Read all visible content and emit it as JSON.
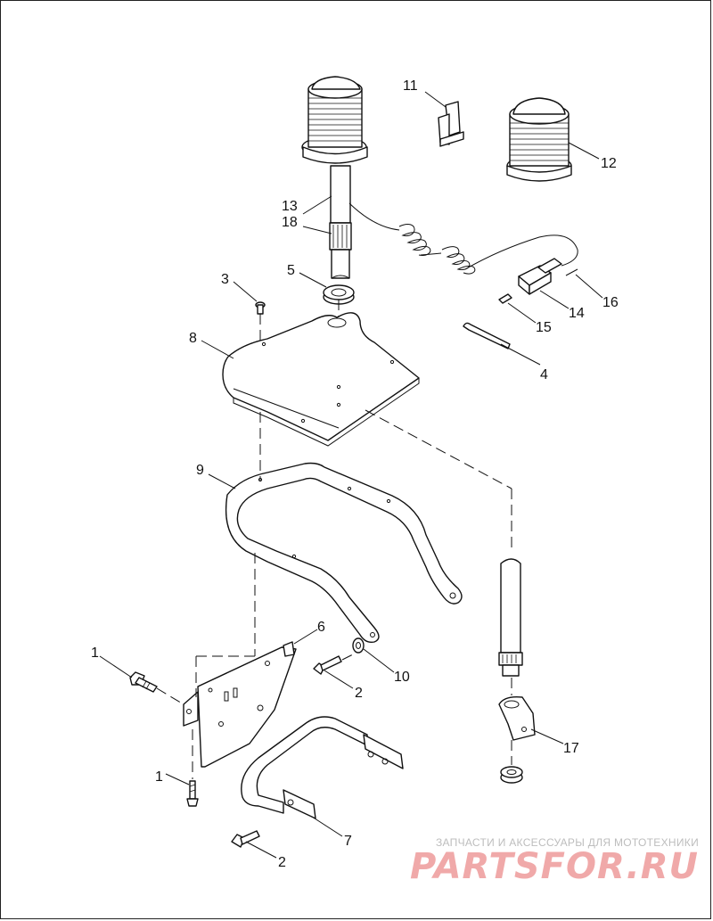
{
  "callouts": {
    "c1a": "1",
    "c1b": "1",
    "c2a": "2",
    "c2b": "2",
    "c3": "3",
    "c4": "4",
    "c5": "5",
    "c6": "6",
    "c7": "7",
    "c8": "8",
    "c9": "9",
    "c10": "10",
    "c11": "11",
    "c12": "12",
    "c13": "13",
    "c14": "14",
    "c15": "15",
    "c16": "16",
    "c17": "17",
    "c18": "18"
  },
  "watermark": {
    "tagline": "ЗАПЧАСТИ И АКСЕССУАРЫ ДЛЯ МОТОТЕХНИКИ",
    "logo": "PARTSFOR.RU",
    "tagline_color": "#bdbdbd",
    "logo_color": "#f0a9a9"
  }
}
